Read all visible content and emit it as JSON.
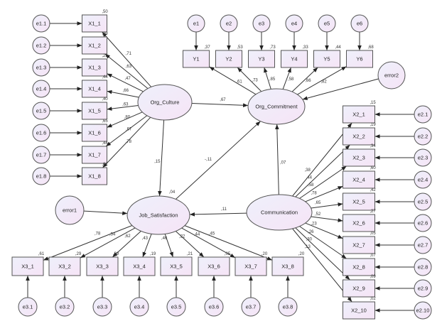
{
  "diagram": {
    "latent": {
      "org_culture": "Org_Culture",
      "org_commitment": "Org_Commitment",
      "job_satisfaction": "Job_Satisfaction",
      "communication": "Communication",
      "error1": "error1",
      "error2": "error2"
    },
    "r2": {
      "job_satisfaction": ",04"
    },
    "structural_paths": [
      {
        "from": "Org_Culture",
        "to": "Org_Commitment",
        "coef": ",67"
      },
      {
        "from": "Org_Culture",
        "to": "Job_Satisfaction",
        "coef": ",15"
      },
      {
        "from": "Job_Satisfaction",
        "to": "Org_Commitment",
        "coef": "-,11"
      },
      {
        "from": "Communication",
        "to": "Org_Commitment",
        "coef": ",07"
      },
      {
        "from": "Communication",
        "to": "Job_Satisfaction",
        "coef": ",11"
      }
    ],
    "x1": [
      {
        "item": "X1_1",
        "error": "e1.1",
        "loading": ",71",
        "r2": ",50"
      },
      {
        "item": "X1_2",
        "error": "e1.2",
        "loading": ",63",
        "r2": ",39"
      },
      {
        "item": "X1_3",
        "error": "e1.3",
        "loading": ",47",
        "r2": ",22"
      },
      {
        "item": "X1_4",
        "error": "e1.4",
        "loading": ",66",
        "r2": ",44"
      },
      {
        "item": "X1_5",
        "error": "e1.5",
        "loading": ",63",
        "r2": ",40"
      },
      {
        "item": "X1_6",
        "error": "e1.6",
        "loading": ",80",
        "r2": ",65"
      },
      {
        "item": "X1_7",
        "error": "e1.7",
        "loading": ",67",
        "r2": ",44"
      },
      {
        "item": "X1_8",
        "error": "e1.8",
        "loading": ",78",
        "r2": ",61"
      }
    ],
    "y": [
      {
        "item": "Y1",
        "error": "e1",
        "loading": ",61",
        "r2": ",37"
      },
      {
        "item": "Y2",
        "error": "e2",
        "loading": ",73",
        "r2": ",53"
      },
      {
        "item": "Y3",
        "error": "e3",
        "loading": ",85",
        "r2": ",73"
      },
      {
        "item": "Y4",
        "error": "e4",
        "loading": ",58",
        "r2": ",33"
      },
      {
        "item": "Y5",
        "error": "e5",
        "loading": ",66",
        "r2": ",44"
      },
      {
        "item": "Y6",
        "error": "e6",
        "loading": ",82",
        "r2": ",68"
      }
    ],
    "x2": [
      {
        "item": "X2_1",
        "error": "e2.1",
        "loading": ",38",
        "r2": ",15"
      },
      {
        "item": "X2_2",
        "error": "e2.2",
        "loading": ",44",
        "r2": ",19"
      },
      {
        "item": "X2_3",
        "error": "e2.3",
        "loading": ",58",
        "r2": ",34"
      },
      {
        "item": "X2_4",
        "error": "e2.4",
        "loading": ",78",
        "r2": ",60"
      },
      {
        "item": "X2_5",
        "error": "e2.5",
        "loading": ",65",
        "r2": ",42"
      },
      {
        "item": "X2_6",
        "error": "e2.6",
        "loading": ",52",
        "r2": ",27"
      },
      {
        "item": "X2_7",
        "error": "e2.7",
        "loading": ",23",
        "r2": ",05"
      },
      {
        "item": "X2_8",
        "error": "e2.8",
        "loading": ",26",
        "r2": ",07"
      },
      {
        "item": "X2_9",
        "error": "e2.9",
        "loading": ",30",
        "r2": ",09"
      },
      {
        "item": "X2_10",
        "error": "e2.10",
        "loading": ",13",
        "r2": ",02"
      }
    ],
    "x3": [
      {
        "item": "X3_1",
        "error": "e3.1",
        "loading": ",78",
        "r2": ",61"
      },
      {
        "item": "X3_2",
        "error": "e3.2",
        "loading": ",54",
        "r2": ",29"
      },
      {
        "item": "X3_3",
        "error": "e3.3",
        "loading": ",62",
        "r2": ",39"
      },
      {
        "item": "X3_4",
        "error": "e3.4",
        "loading": ",43",
        "r2": ",19"
      },
      {
        "item": "X3_5",
        "error": "e3.5",
        "loading": ",46",
        "r2": ",21"
      },
      {
        "item": "X3_6",
        "error": "e3.6",
        "loading": ",22",
        "r2": ",05"
      },
      {
        "item": "X3_7",
        "error": "e3.7",
        "loading": ",44",
        "r2": ",20"
      },
      {
        "item": "X3_8",
        "error": "e3.8",
        "loading": ",45",
        "r2": ",20"
      }
    ]
  }
}
